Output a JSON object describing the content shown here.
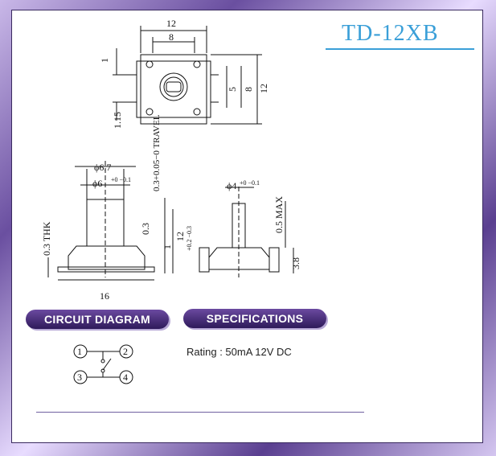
{
  "title": "TD-12XB",
  "sections": {
    "circuit": "CIRCUIT DIAGRAM",
    "specs": "SPECIFICATIONS"
  },
  "spec_text": "Rating : 50mA 12V DC",
  "pins": [
    "1",
    "2",
    "3",
    "4"
  ],
  "dims": {
    "top_12": "12",
    "top_8": "8",
    "left_1": "1",
    "left_115": "1.15",
    "right_5": "5",
    "right_8": "8",
    "right_12": "12",
    "d67": "ϕ6.7",
    "d6": "ϕ6",
    "d6_tol": "+0 −0.1",
    "travel": "0.3+0.05−0 TRAVEL",
    "v03": "0.3",
    "v1": "1",
    "v12": "12",
    "v12_tol": "+0.2 −0.3",
    "thk": "0.3 THK",
    "w16": "16",
    "d4": "ϕ4",
    "d4_tol": "+0 −0.1",
    "max": "0.5 MAX",
    "h38": "3.8"
  },
  "colors": {
    "title": "#3a9fd8",
    "pill": "#3e2670",
    "frame": "#6a4fa0"
  }
}
